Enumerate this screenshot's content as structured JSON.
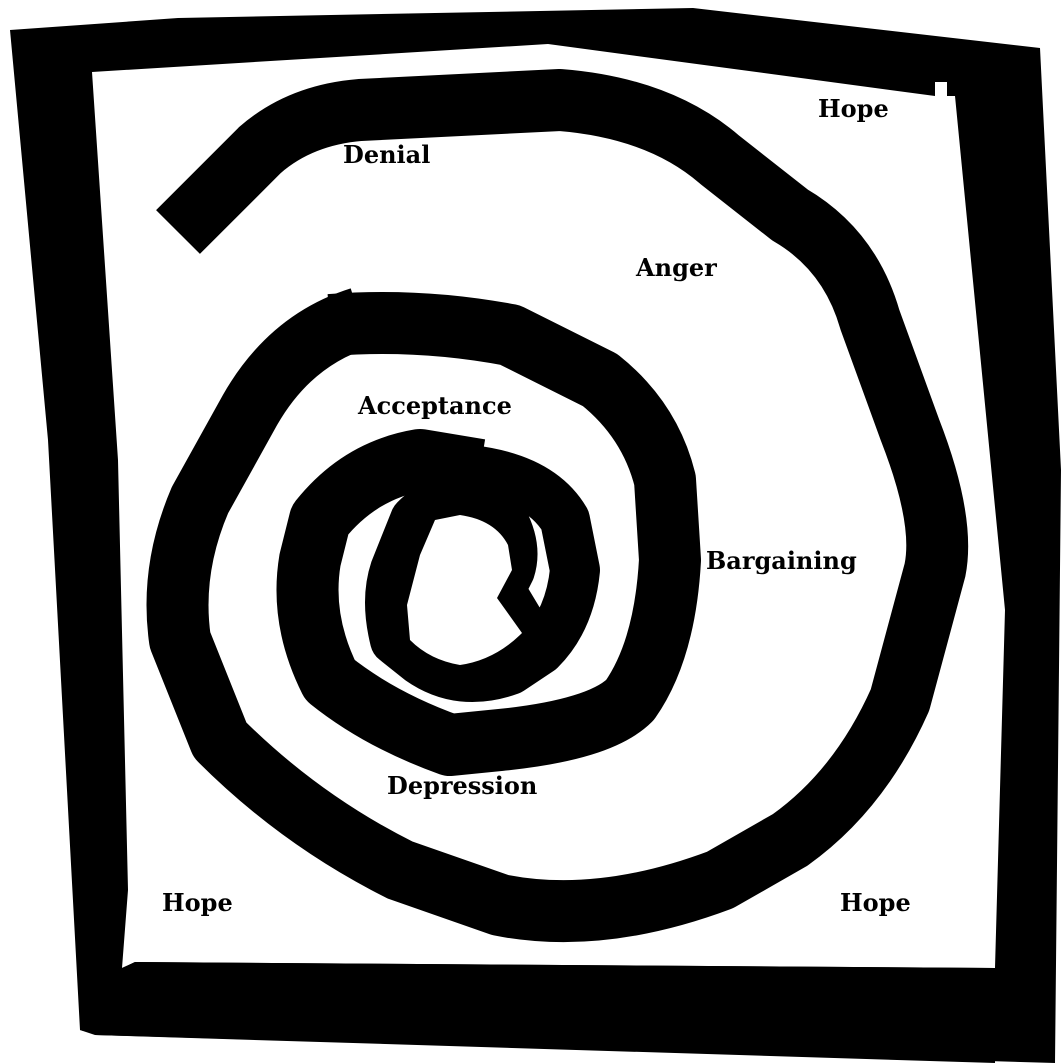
{
  "diagram": {
    "stages": {
      "denial": "Denial",
      "anger": "Anger",
      "bargaining": "Bargaining",
      "depression": "Depression",
      "acceptance": "Acceptance"
    },
    "hope_labels": {
      "top_right": "Hope",
      "bottom_left": "Hope",
      "bottom_right": "Hope"
    },
    "colors": {
      "ink": "#000000",
      "paper": "#ffffff"
    }
  }
}
